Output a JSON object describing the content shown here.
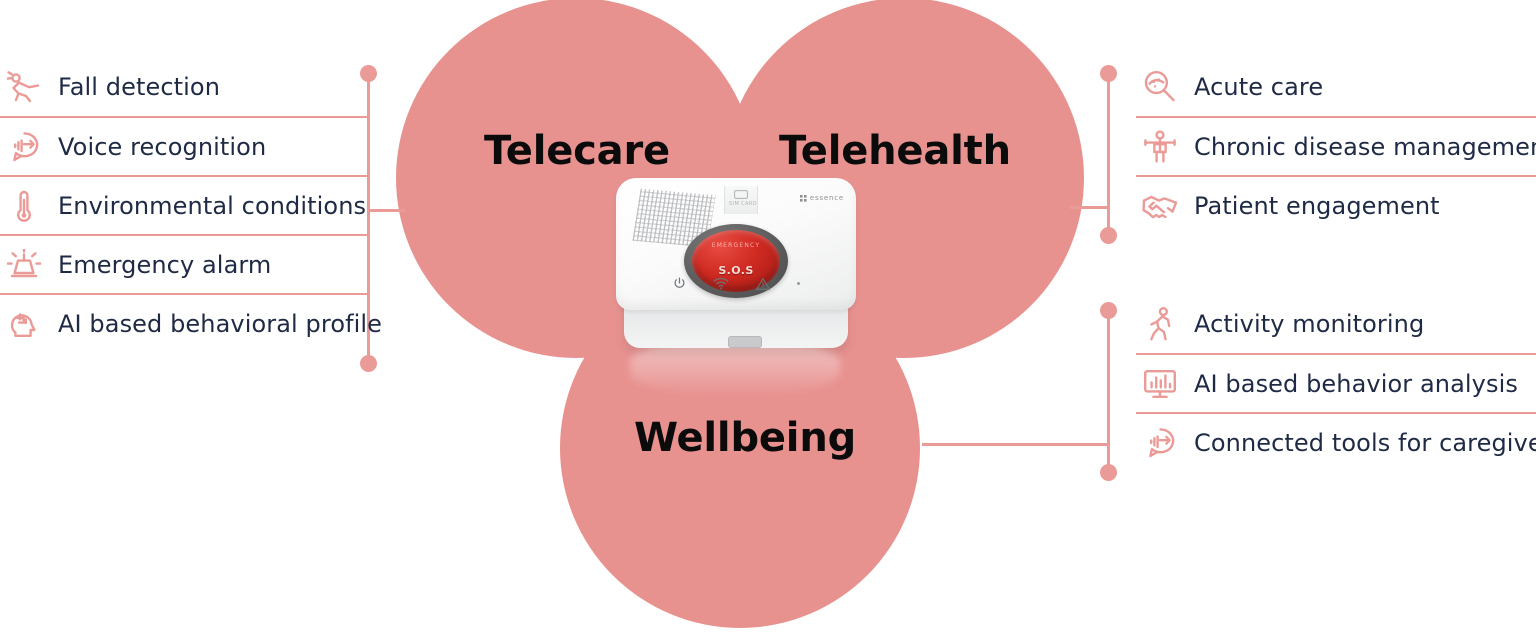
{
  "theme": {
    "circle_fill": "#E89290",
    "line_color": "#EB9B97",
    "label_color": "#0B0B0B",
    "feature_text_color": "#1F2A44",
    "device_button_color": "#CF2A21"
  },
  "circles": [
    {
      "id": "telecare",
      "label": "Telecare"
    },
    {
      "id": "telehealth",
      "label": "Telehealth"
    },
    {
      "id": "wellbeing",
      "label": "Wellbeing"
    }
  ],
  "device": {
    "brand": "essence",
    "button_label": "S.O.S",
    "button_micro": "EMERGENCY",
    "flap_label": "SIM CARD",
    "status_icons": [
      "power-icon",
      "wifi-icon",
      "warning-icon",
      "led-indicator"
    ]
  },
  "groups": {
    "telecare": {
      "title": "Telecare",
      "items": [
        {
          "icon": "fall-detection-icon",
          "label": "Fall detection"
        },
        {
          "icon": "voice-recognition-icon",
          "label": "Voice recognition"
        },
        {
          "icon": "thermometer-icon",
          "label": "Environmental conditions"
        },
        {
          "icon": "siren-icon",
          "label": "Emergency alarm"
        },
        {
          "icon": "brain-head-icon",
          "label": "AI based behavioral profile"
        }
      ]
    },
    "telehealth": {
      "title": "Telehealth",
      "items": [
        {
          "icon": "magnifier-cell-icon",
          "label": "Acute care"
        },
        {
          "icon": "body-scan-icon",
          "label": "Chronic disease management"
        },
        {
          "icon": "handshake-icon",
          "label": "Patient engagement"
        }
      ]
    },
    "wellbeing": {
      "title": "Wellbeing",
      "items": [
        {
          "icon": "walking-person-icon",
          "label": "Activity monitoring"
        },
        {
          "icon": "monitor-chart-icon",
          "label": "AI  based behavior analysis"
        },
        {
          "icon": "speech-waveform-icon",
          "label": "Connected tools for caregivers"
        }
      ]
    }
  }
}
